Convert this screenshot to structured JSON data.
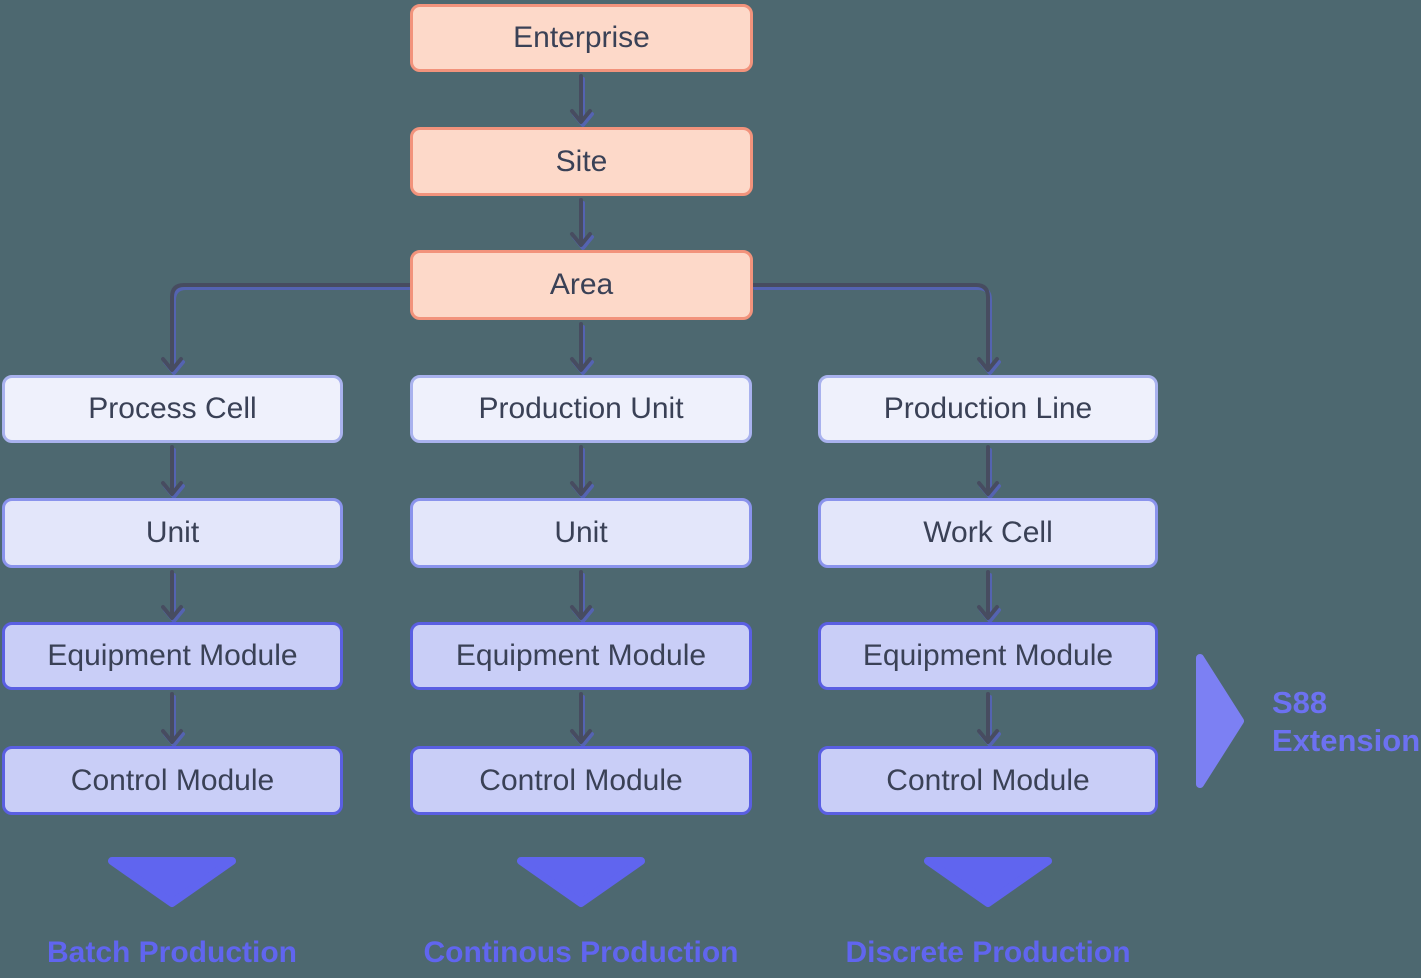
{
  "diagram": {
    "top_chain": [
      {
        "label": "Enterprise"
      },
      {
        "label": "Site"
      },
      {
        "label": "Area"
      }
    ],
    "columns": [
      {
        "levels": [
          "Process Cell",
          "Unit",
          "Equipment Module",
          "Control Module"
        ],
        "production_type": "Batch Production"
      },
      {
        "levels": [
          "Production Unit",
          "Unit",
          "Equipment Module",
          "Control Module"
        ],
        "production_type": "Continous Production"
      },
      {
        "levels": [
          "Production Line",
          "Work Cell",
          "Equipment Module",
          "Control Module"
        ],
        "production_type": "Discrete Production"
      }
    ],
    "annotation": {
      "line1": "S88",
      "line2": "Extension"
    }
  },
  "colors": {
    "background": "#4D6870",
    "node_text": "#3A4156",
    "tier_top_fill": "#FDD9C9",
    "tier_top_border": "#F2937C",
    "level1_fill": "#EFF1FC",
    "level1_border": "#A9B2EE",
    "level2_fill": "#E3E6FA",
    "level2_border": "#8A93EC",
    "level3_fill": "#C9CEF7",
    "level3_border": "#5A5FE2",
    "connector": "#474C60",
    "connector_shadow": "#5B5FE8",
    "accent": "#6065EF",
    "annotation_arrow": "#7C80F3",
    "annotation_text": "#6C71F1"
  }
}
